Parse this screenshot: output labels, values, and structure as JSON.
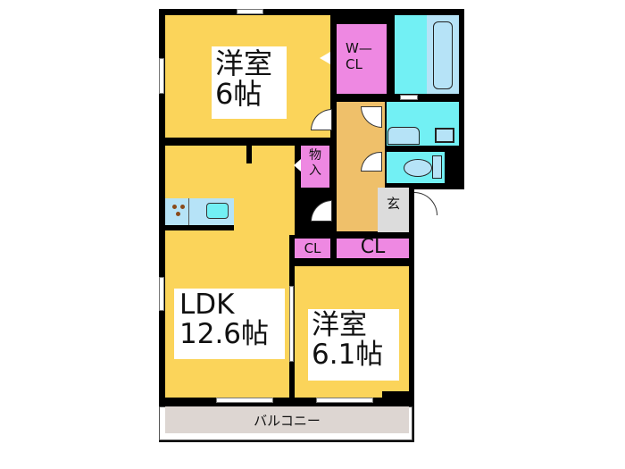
{
  "floorplan": {
    "rooms": {
      "western_room_1": {
        "name": "洋室",
        "size": "6帖"
      },
      "walk_in_closet": {
        "line1": "W—",
        "line2": "CL"
      },
      "storage": {
        "line1": "物",
        "line2": "入"
      },
      "entrance": {
        "name": "玄"
      },
      "ldk": {
        "name": "LDK",
        "size": "12.6帖"
      },
      "closet_small": {
        "name": "CL"
      },
      "closet_large": {
        "name": "CL"
      },
      "western_room_2": {
        "name": "洋室",
        "size": "6.1帖"
      },
      "balcony": {
        "name": "バルコニー"
      }
    },
    "colors": {
      "room_yellow": "#fbd45a",
      "hallway": "#efc06a",
      "closet_pink": "#ee88e2",
      "wet_area_cyan": "#72f0f4",
      "fixture_blue": "#b6e3f7",
      "entrance_grey": "#dcdcdc",
      "balcony": "#ddd6d2",
      "wall": "#000000"
    }
  }
}
